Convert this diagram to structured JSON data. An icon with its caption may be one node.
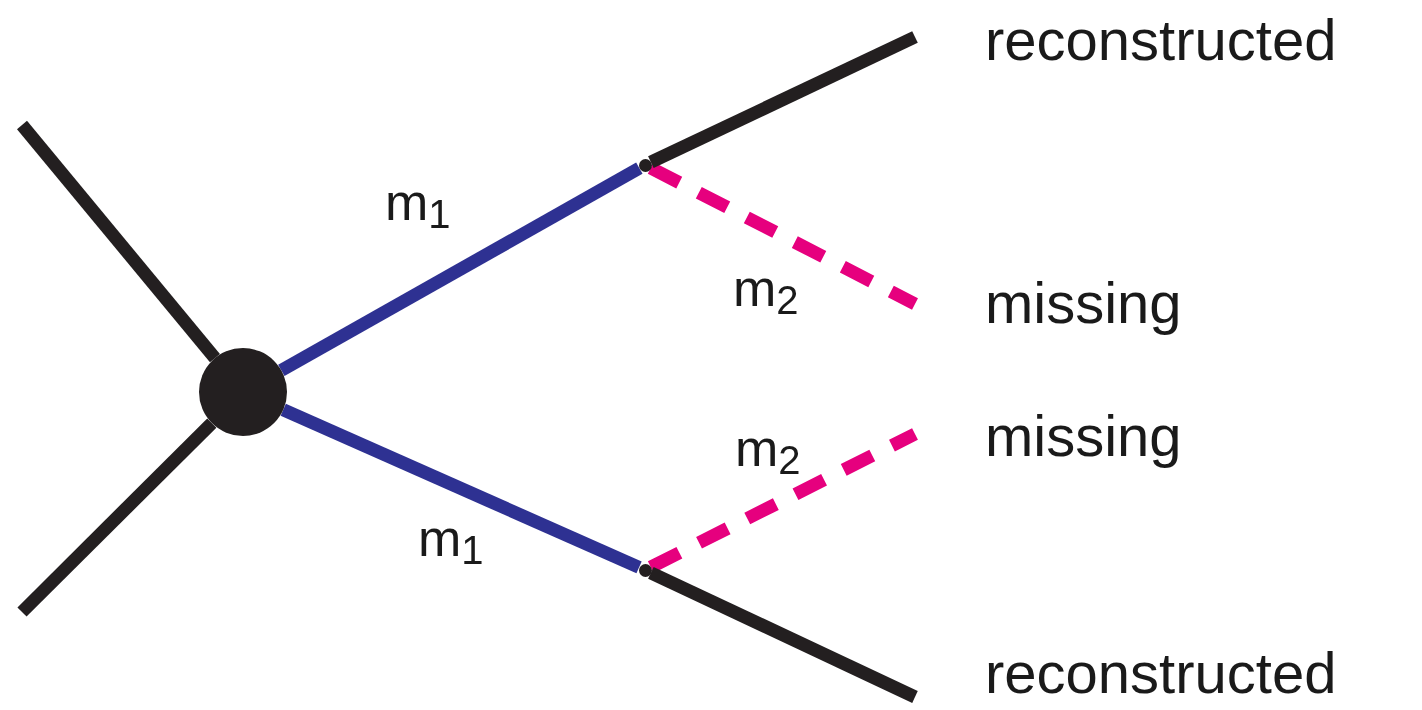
{
  "diagram": {
    "nodes": [
      {
        "text": [],
        "shape": "circle"
      },
      {
        "text": [],
        "shape": "point"
      },
      {
        "text": [],
        "shape": "point"
      },
      {
        "text": [
          "reconstructed"
        ]
      },
      {
        "text": [
          "missing"
        ]
      },
      {
        "text": [
          "missing"
        ]
      },
      {
        "text": [
          "reconstructed"
        ]
      }
    ],
    "edges": [
      {
        "from": null,
        "to": 0,
        "arrow": "none"
      },
      {
        "from": null,
        "to": 0,
        "arrow": "none"
      },
      {
        "from": 0,
        "to": 1,
        "arrow": "none",
        "label": "m$_{1}$",
        "color": "#2e3192"
      },
      {
        "from": 0,
        "to": 2,
        "arrow": "none",
        "label": "m$_{1}$",
        "color": "#2e3192"
      },
      {
        "from": 1,
        "to": 4,
        "arrow": "none",
        "label": "m$_{2}$",
        "style": "dashed",
        "color": "#e6007e"
      },
      {
        "from": 2,
        "to": 5,
        "arrow": "none",
        "label": "m$_{2}$",
        "style": "dashed",
        "color": "#e6007e"
      },
      {
        "from": 1,
        "to": 3,
        "arrow": "none"
      },
      {
        "from": 2,
        "to": 6,
        "arrow": "none"
      }
    ]
  }
}
